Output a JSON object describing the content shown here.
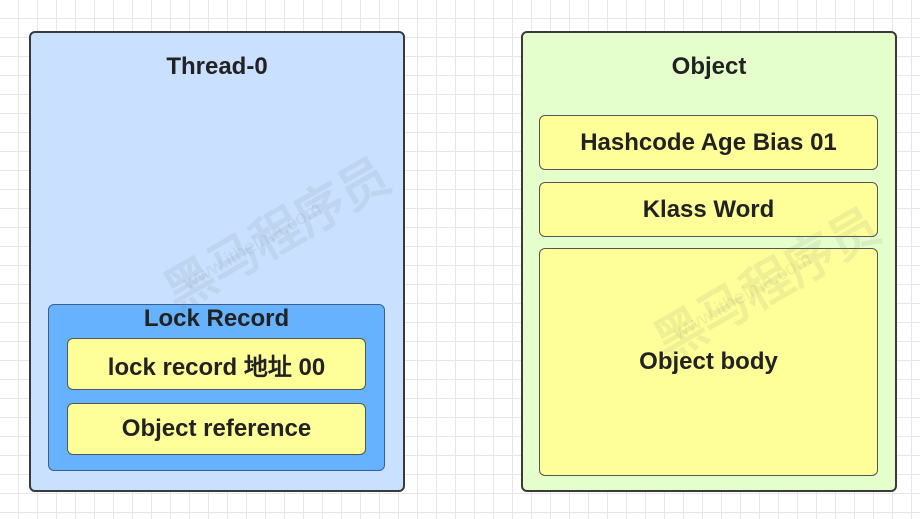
{
  "thread": {
    "title": "Thread-0",
    "lock_record": {
      "title": "Lock Record",
      "fields": [
        "lock  record 地址 00",
        "Object reference"
      ]
    }
  },
  "object": {
    "title": "Object",
    "fields": [
      "Hashcode Age Bias 01",
      "Klass Word",
      "Object body"
    ]
  },
  "watermark": {
    "brand": "黑马程序员",
    "url": "www.itheima.com"
  },
  "colors": {
    "thread_bg": "#c9e1ff",
    "lock_record_bg": "#66b2ff",
    "object_bg": "#e5ffcc",
    "field_bg": "#ffff99",
    "border": "#3a3a3a"
  }
}
